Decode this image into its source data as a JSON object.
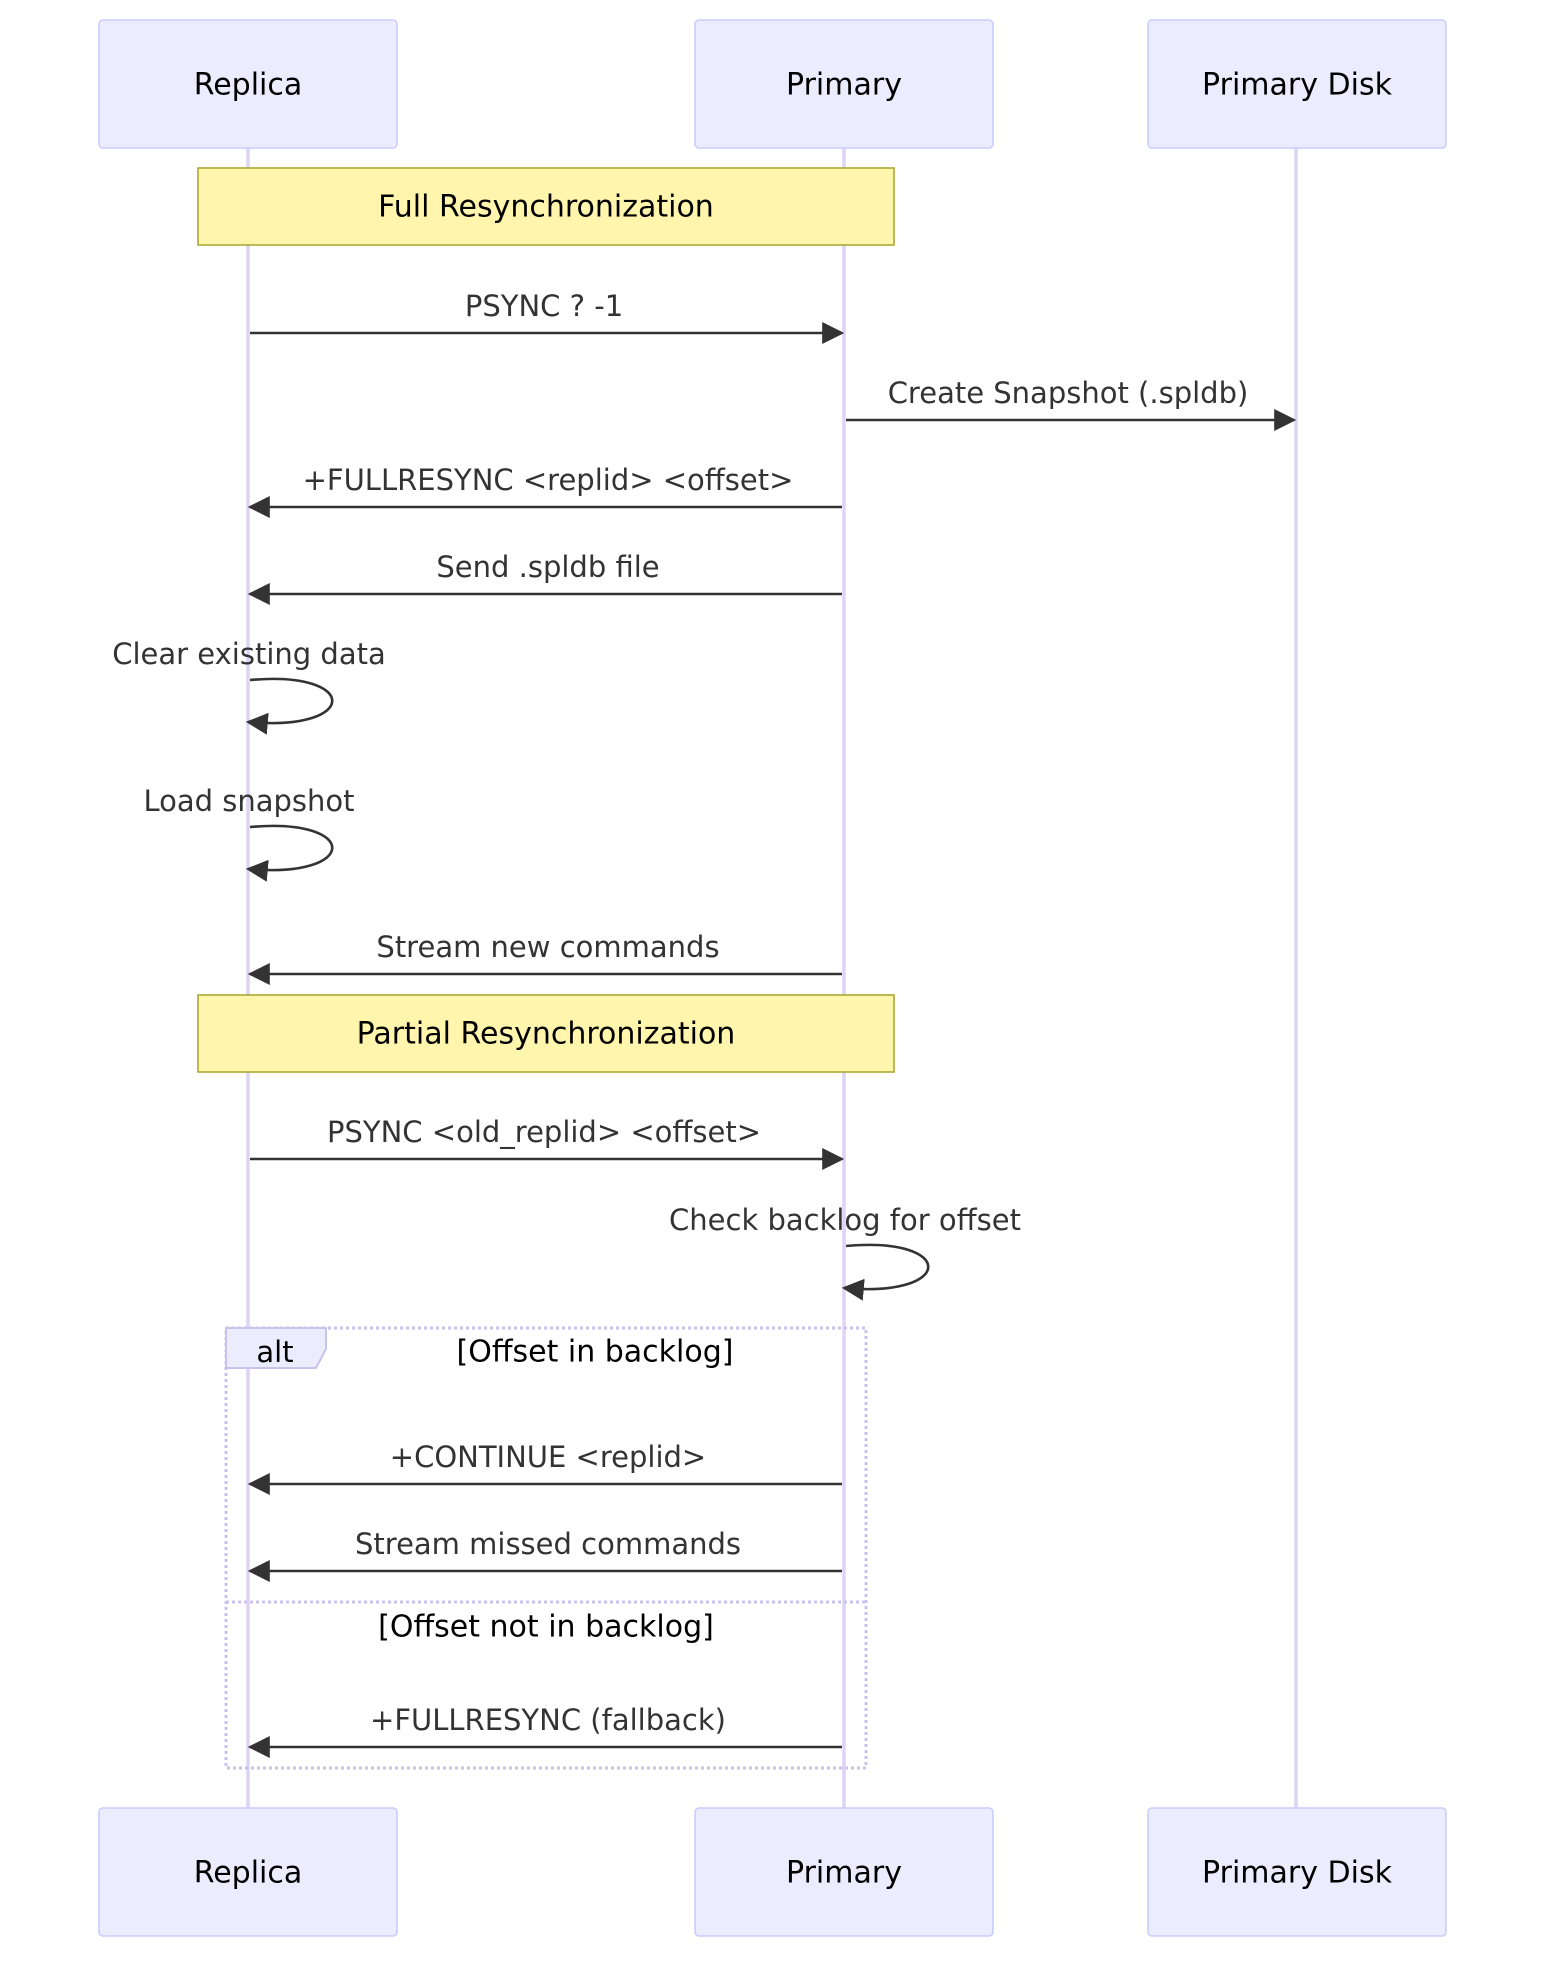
{
  "participants": {
    "replica": "Replica",
    "primary": "Primary",
    "disk": "Primary Disk"
  },
  "notes": {
    "full": "Full Resynchronization",
    "partial": "Partial Resynchronization"
  },
  "messages": {
    "m1": "PSYNC ? -1",
    "m2": "Create Snapshot (.spldb)",
    "m3": "+FULLRESYNC <replid> <offset>",
    "m4": "Send .spldb file",
    "m5": "Clear existing data",
    "m6": "Load snapshot",
    "m7": "Stream new commands",
    "m8": "PSYNC <old_replid> <offset>",
    "m9": "Check backlog for offset",
    "m10": "+CONTINUE <replid>",
    "m11": "Stream missed commands",
    "m12": "+FULLRESYNC (fallback)"
  },
  "alt": {
    "label": "alt",
    "condition1": "[Offset in backlog]",
    "condition2": "[Offset not in backlog]"
  },
  "colors": {
    "actor_fill": "#ececff",
    "actor_border": "#ccccff",
    "note_fill": "#fff5ad",
    "note_border": "#aaaa33",
    "arrow": "#333333"
  }
}
